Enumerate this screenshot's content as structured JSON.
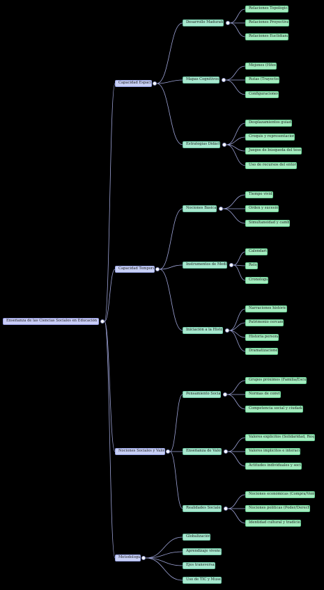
{
  "mindmap": {
    "root": {
      "label": "Enseñanza de las Ciencias Sociales en Educación Infantil",
      "children": [
        {
          "label": "Capacidad Espacial",
          "children": [
            {
              "label": "Desarrollo Madurativo",
              "children": [
                {
                  "label": "Relaciones Topológicas"
                },
                {
                  "label": "Relaciones Proyectivas"
                },
                {
                  "label": "Relaciones Euclidianas"
                }
              ]
            },
            {
              "label": "Mapas Cognitivos",
              "children": [
                {
                  "label": "Mojones (Hitos)"
                },
                {
                  "label": "Rutas (Trayectos)"
                },
                {
                  "label": "Configuraciones"
                }
              ]
            },
            {
              "label": "Estrategias Didácticas",
              "children": [
                {
                  "label": "Desplazamientos guiados"
                },
                {
                  "label": "Croquis y representaciones"
                },
                {
                  "label": "Juegos de búsqueda del tesoro"
                },
                {
                  "label": "Uso de recursos del entorno"
                }
              ]
            }
          ]
        },
        {
          "label": "Capacidad Temporal",
          "children": [
            {
              "label": "Nociones Básicas",
              "children": [
                {
                  "label": "Tiempo vivido"
                },
                {
                  "label": "Orden y sucesión"
                },
                {
                  "label": "Simultaneidad y cambio"
                }
              ]
            },
            {
              "label": "Instrumentos de Medida",
              "children": [
                {
                  "label": "Calendario"
                },
                {
                  "label": "Reloj"
                },
                {
                  "label": "Cronología"
                }
              ]
            },
            {
              "label": "Iniciación a la Historia",
              "children": [
                {
                  "label": "Narraciones históricas"
                },
                {
                  "label": "Patrimonio cercano"
                },
                {
                  "label": "Historia personal"
                },
                {
                  "label": "Dramatizaciones"
                }
              ]
            }
          ]
        },
        {
          "label": "Nociones Sociales y Valores",
          "children": [
            {
              "label": "Pensamiento Social",
              "children": [
                {
                  "label": "Grupos próximos (Familia/Escuela)"
                },
                {
                  "label": "Normas de convivencia"
                },
                {
                  "label": "Competencia social y ciudadana"
                }
              ]
            },
            {
              "label": "Enseñanza de Valores",
              "children": [
                {
                  "label": "Valores explícitos (Solidaridad, Respeto)"
                },
                {
                  "label": "Valores implícitos e interacción"
                },
                {
                  "label": "Actitudes individuales y sociales"
                }
              ]
            },
            {
              "label": "Realidades Sociales",
              "children": [
                {
                  "label": "Nociones económicas (Compra/Venta)"
                },
                {
                  "label": "Nociones políticas (Poder/Derechos)"
                },
                {
                  "label": "Identidad cultural y tradiciones"
                }
              ]
            }
          ]
        },
        {
          "label": "Metodología",
          "children": [
            {
              "label": "Globalización"
            },
            {
              "label": "Aprendizaje vivencial"
            },
            {
              "label": "Ejes transversales"
            },
            {
              "label": "Uso de TIC y Museos"
            }
          ]
        }
      ]
    },
    "colors": {
      "background": "#000000",
      "edge": "#9ea4d8",
      "root_fill": "#c9cdf7",
      "branch_fill": "#c7cff5",
      "sub_fill": "#a7e8cf",
      "leaf_fill": "#a4ecbf"
    }
  }
}
